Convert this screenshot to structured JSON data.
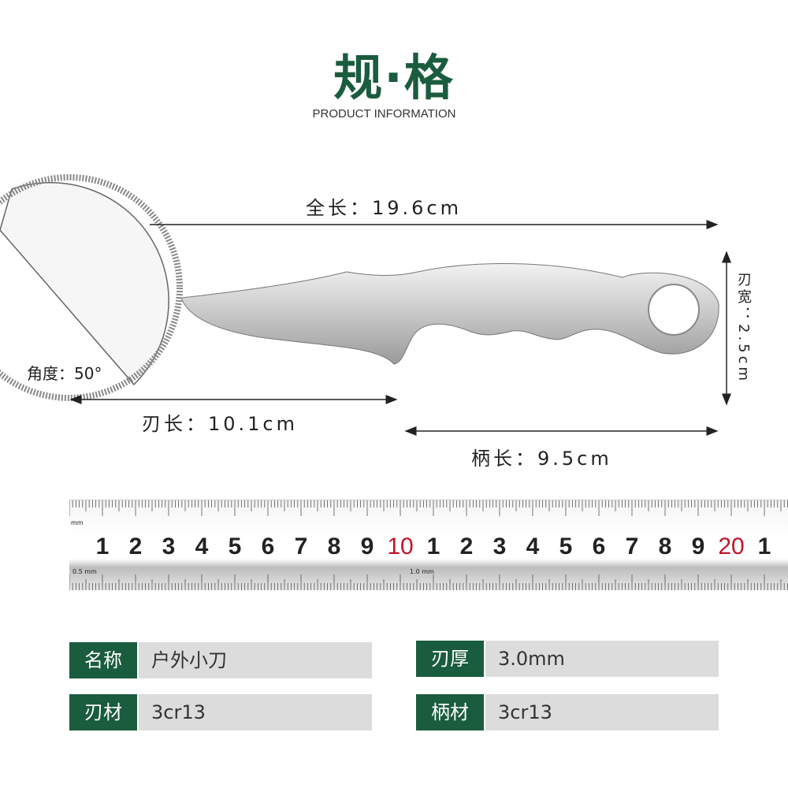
{
  "header": {
    "title": "规·格",
    "subtitle": "PRODUCT INFORMATION"
  },
  "dimensions": {
    "total_length": "全长：19.6cm",
    "blade_length": "刃长：10.1cm",
    "handle_length": "柄长：9.5cm",
    "blade_width": "刃宽：2.5cm",
    "angle": "角度：50°"
  },
  "ruler": {
    "labels": [
      "1",
      "2",
      "3",
      "4",
      "5",
      "6",
      "7",
      "8",
      "9",
      "10",
      "1",
      "2",
      "3",
      "4",
      "5",
      "6",
      "7",
      "8",
      "9",
      "20",
      "1"
    ],
    "highlight_color": "#c0142a",
    "unit_top": "mm",
    "unit_bottom_left": "0.5 mm",
    "unit_bottom_right": "1.0 mm"
  },
  "specs": [
    {
      "label": "名称",
      "value": "户外小刀"
    },
    {
      "label": "刃厚",
      "value": "3.0mm"
    },
    {
      "label": "刃材",
      "value": "3cr13"
    },
    {
      "label": "柄材",
      "value": "3cr13"
    }
  ],
  "colors": {
    "accent": "#1a5c3e",
    "cell_bg": "#dcdcdc"
  }
}
